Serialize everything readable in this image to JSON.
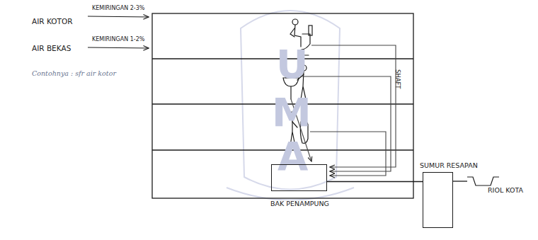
{
  "diagram": {
    "nodes": [
      {
        "text": [
          "BAK PENAMPUNG"
        ]
      },
      {
        "text": [
          "SUMUR RESAPAN"
        ]
      },
      {
        "text": [
          "RIOL KOTA"
        ]
      }
    ],
    "edges": [
      {
        "from": 0,
        "to": 1,
        "arrow": "none"
      },
      {
        "from": 1,
        "to": 2,
        "arrow": "none"
      }
    ],
    "labels": [
      "AIR KOTOR",
      "KEMIRINGAN 2-3%",
      "AIR BEKAS",
      "KEMIRINGAN 1-2%",
      "Contohnya : sfr air kotor",
      "SHAFT",
      "U",
      "M",
      "A"
    ]
  }
}
